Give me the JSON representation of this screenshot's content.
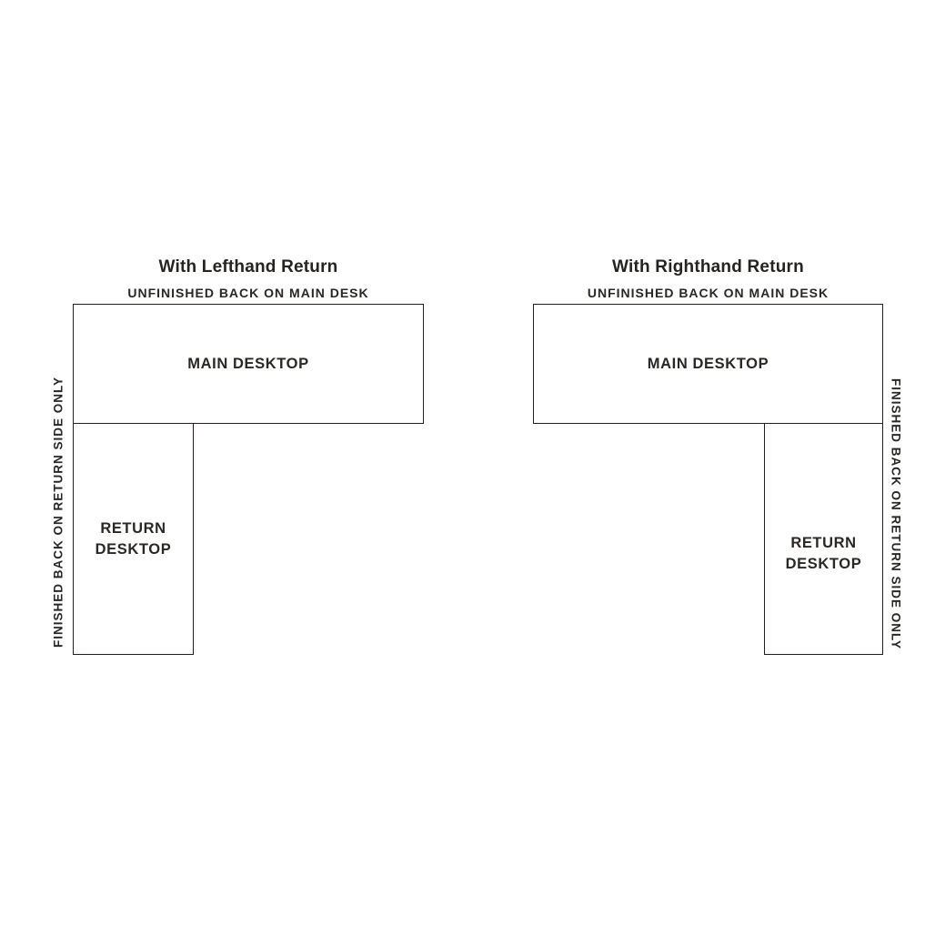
{
  "colors": {
    "background": "#ffffff",
    "text": "#2a2725",
    "line": "#231f20"
  },
  "diagrams": [
    {
      "title": "With Lefthand Return",
      "top_label": "UNFINISHED BACK ON MAIN DESK",
      "main_label": "MAIN DESKTOP",
      "return_label": "RETURN DESKTOP",
      "side_label": "FINISHED BACK ON RETURN SIDE ONLY",
      "return_side": "left"
    },
    {
      "title": "With Righthand Return",
      "top_label": "UNFINISHED BACK ON MAIN DESK",
      "main_label": "MAIN DESKTOP",
      "return_label": "RETURN DESKTOP",
      "side_label": "FINISHED BACK ON RETURN SIDE ONLY",
      "return_side": "right"
    }
  ]
}
